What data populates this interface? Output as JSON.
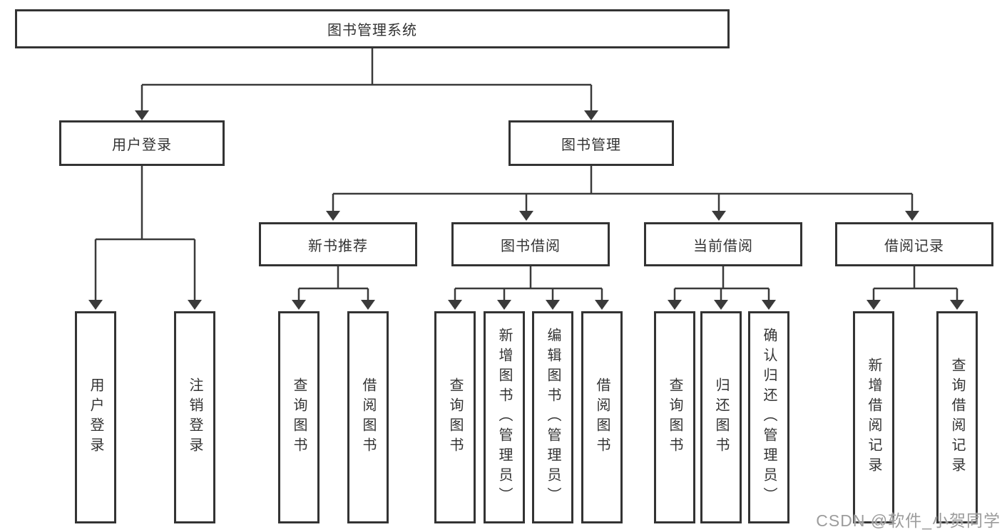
{
  "diagram": {
    "title": "图书管理系统",
    "root": {
      "label": "图书管理系统"
    },
    "level1": [
      {
        "label": "用户登录"
      },
      {
        "label": "图书管理"
      }
    ],
    "level2": [
      {
        "label": "新书推荐"
      },
      {
        "label": "图书借阅"
      },
      {
        "label": "当前借阅"
      },
      {
        "label": "借阅记录"
      }
    ],
    "leaves": [
      {
        "label": "用户登录",
        "parent": "用户登录"
      },
      {
        "label": "注销登录",
        "parent": "用户登录"
      },
      {
        "label": "查询图书",
        "parent": "新书推荐"
      },
      {
        "label": "借阅图书",
        "parent": "新书推荐"
      },
      {
        "label": "查询图书",
        "parent": "图书借阅"
      },
      {
        "label": "新增图书（管理员）",
        "parent": "图书借阅"
      },
      {
        "label": "编辑图书（管理员）",
        "parent": "图书借阅"
      },
      {
        "label": "借阅图书",
        "parent": "图书借阅"
      },
      {
        "label": "查询图书",
        "parent": "当前借阅"
      },
      {
        "label": "归还图书",
        "parent": "当前借阅"
      },
      {
        "label": "确认归还（管理员）",
        "parent": "当前借阅"
      },
      {
        "label": "新增借阅记录",
        "parent": "借阅记录"
      },
      {
        "label": "查询借阅记录",
        "parent": "借阅记录"
      }
    ],
    "watermark": "CSDN @软件_小贺同学",
    "colors": {
      "line": "#3a3a3a",
      "border": "#333333",
      "text": "#333333",
      "watermark": "#9c9c9c",
      "background": "#ffffff"
    }
  }
}
